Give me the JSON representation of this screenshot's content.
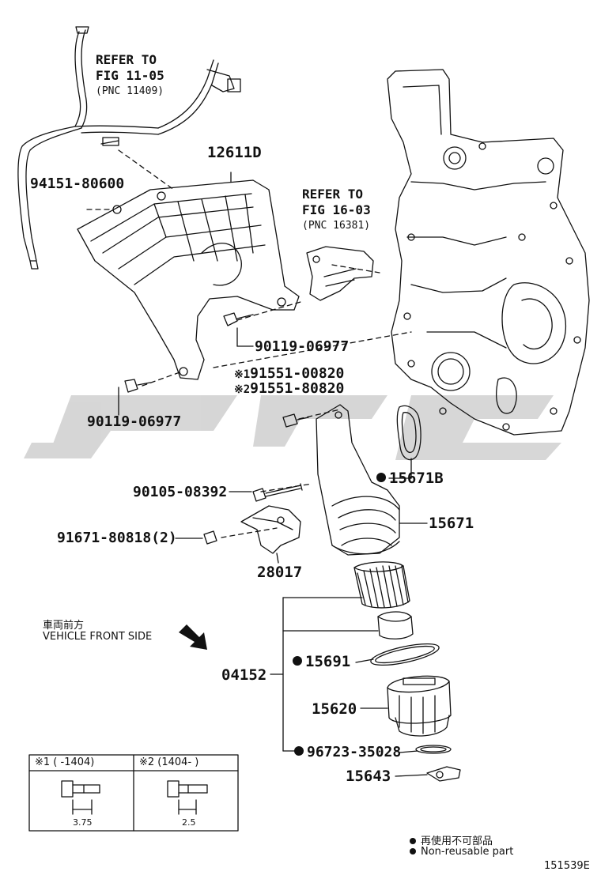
{
  "refs": [
    {
      "line1": "REFER TO",
      "line2": "FIG 11-05",
      "pnc": "(PNC 11409)"
    },
    {
      "line1": "REFER TO",
      "line2": "FIG 16-03",
      "pnc": "(PNC 16381)"
    }
  ],
  "parts": {
    "p12611D": "12611D",
    "p94151": "94151-80600",
    "p90119a": "90119-06977",
    "p90119b": "90119-06977",
    "p91551a": "91551-00820",
    "p91551b": "91551-80820",
    "p15671B": "15671B",
    "p90105": "90105-08392",
    "p15671": "15671",
    "p91671": "91671-80818(2)",
    "p28017": "28017",
    "p04152": "04152",
    "p15691": "15691",
    "p15620": "15620",
    "p96723": "96723-35028",
    "p15643": "15643"
  },
  "marks": {
    "m1": "※1",
    "m2": "※2"
  },
  "front": {
    "jp": "車両前方",
    "en": "VEHICLE FRONT SIDE"
  },
  "legend": {
    "col1_head": "※1 (       -1404)",
    "col2_head": "※2 (1404-       )",
    "col1_dim": "3.75",
    "col2_dim": "2.5"
  },
  "notes": {
    "jp": "再使用不可部品",
    "en": "Non-reusable part"
  },
  "figure_id": "151539E",
  "colors": {
    "line": "#111111",
    "watermark": "#d0d0d0"
  }
}
